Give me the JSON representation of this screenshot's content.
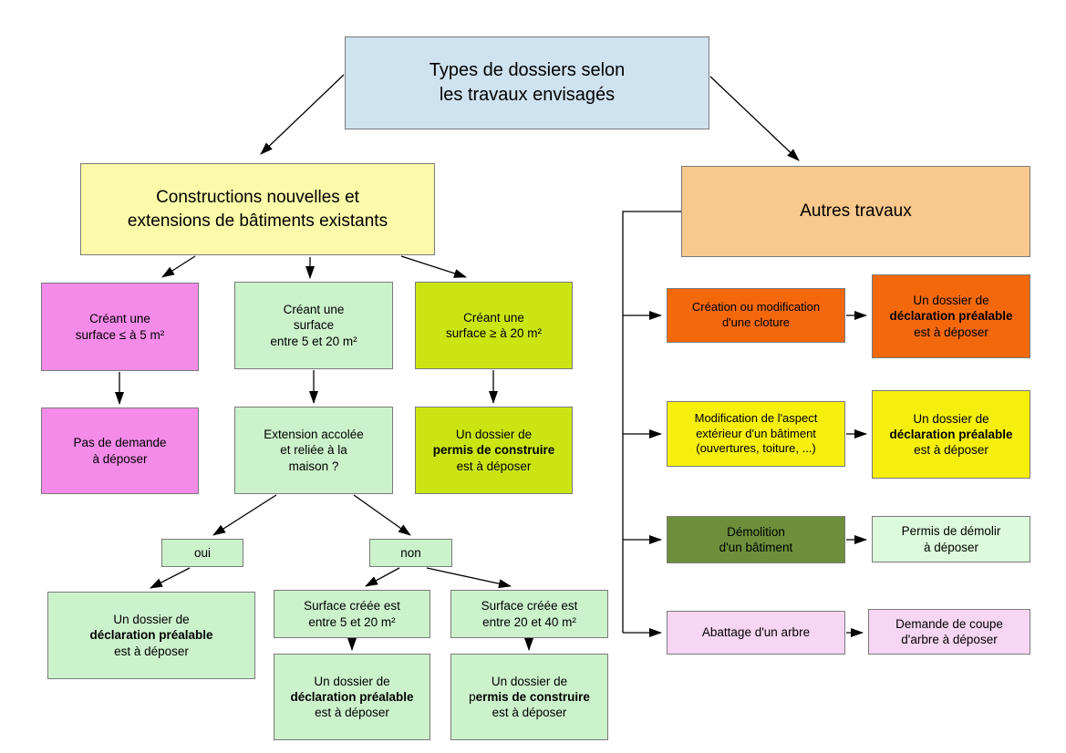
{
  "diagram_title": "Types de dossiers selon les travaux envisagés",
  "colors": {
    "root_blue": "#cfe2ef",
    "pale_yellow": "#fcfaa9",
    "peach": "#f9c88d",
    "pink": "#f48be9",
    "light_green": "#ccf2cc",
    "chartreuse": "#cbe513",
    "orange": "#f4680c",
    "yellow": "#f5ef0b",
    "olive_green": "#6d8f3c",
    "pale_green": "#dcfadc",
    "pale_pink": "#f7d6f4",
    "border_gray": "#7a7a7a",
    "line_black": "#000000"
  },
  "nodes": {
    "root": {
      "lines": [
        "Types de dossiers selon",
        "les travaux envisagés"
      ]
    },
    "constructions": {
      "lines": [
        "Constructions nouvelles et",
        "extensions de bâtiments existants"
      ]
    },
    "autres": {
      "label": "Autres travaux"
    },
    "q_small": {
      "lines": [
        "Créant une",
        "surface ≤ à 5 m²"
      ]
    },
    "q_mid": {
      "lines": [
        "Créant une",
        "surface",
        "entre 5 et 20 m²"
      ]
    },
    "q_large": {
      "lines": [
        "Créant une",
        "surface ≥ à 20 m²"
      ]
    },
    "r_none": {
      "lines": [
        "Pas de demande",
        "à déposer"
      ]
    },
    "q_ext": {
      "lines": [
        "Extension accolée",
        "et reliée à la",
        "maison ?"
      ]
    },
    "r_pc1": {
      "pre": "Un dossier de",
      "bold": "permis de construire",
      "post": "est à déposer"
    },
    "oui": {
      "label": "oui"
    },
    "non": {
      "label": "non"
    },
    "r_dp1": {
      "pre": "Un dossier de",
      "bold": "déclaration préalable",
      "post": "est à déposer"
    },
    "q_s520": {
      "lines": [
        "Surface créée est",
        "entre 5 et 20 m²"
      ]
    },
    "q_s2040": {
      "lines": [
        "Surface créée est",
        "entre 20 et 40 m²"
      ]
    },
    "r_dp2": {
      "pre": "Un dossier de",
      "bold": "déclaration préalable",
      "post": "est à déposer"
    },
    "r_pc2": {
      "pre": "Un dossier de",
      "bold_prefix": "p",
      "bold": "ermis de construire",
      "post": "est à déposer"
    },
    "a_fence": {
      "lines": [
        "Création ou modification",
        "d'une cloture"
      ]
    },
    "a_fence_r": {
      "pre": "Un dossier de",
      "bold": "déclaration préalable",
      "post": "est à déposer"
    },
    "a_aspect": {
      "lines": [
        "Modification de l'aspect",
        "extérieur d'un bâtiment",
        "(ouvertures, toiture, ...)"
      ]
    },
    "a_aspect_r": {
      "pre": "Un dossier de",
      "bold": "déclaration préalable",
      "post": "est à déposer"
    },
    "a_demo": {
      "lines": [
        "Démolition",
        "d'un bâtiment"
      ]
    },
    "a_demo_r": {
      "lines": [
        "Permis de démolir",
        "à déposer"
      ]
    },
    "a_tree": {
      "label": "Abattage d'un arbre"
    },
    "a_tree_r": {
      "lines": [
        "Demande de coupe",
        "d'arbre à déposer"
      ]
    }
  }
}
